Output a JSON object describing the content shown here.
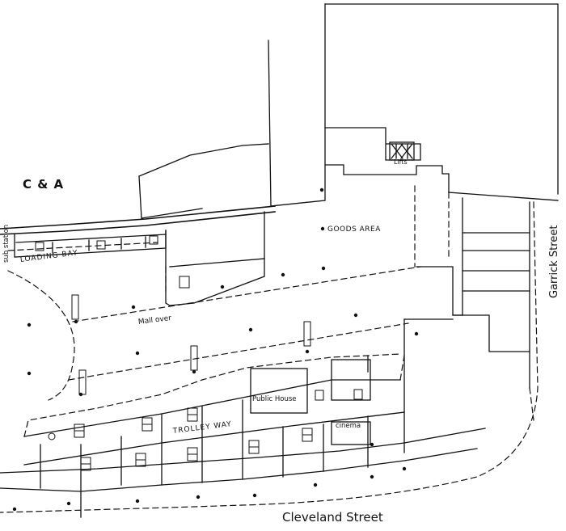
{
  "labels": {
    "ca": "C & A",
    "goods_area": "GOODS AREA",
    "loading_bay": "LOADING BAY",
    "sub_station": "sub station",
    "mall_over": "Mall over",
    "public_house": "Public House",
    "trolley_way": "TROLLEY WAY",
    "cinema": "cinema",
    "lifts": "Lifts",
    "garrick_street": "Garrick Street",
    "cleveland_street": "Cleveland Street"
  },
  "colors": {
    "ink": "#111111",
    "background": "#ffffff"
  }
}
